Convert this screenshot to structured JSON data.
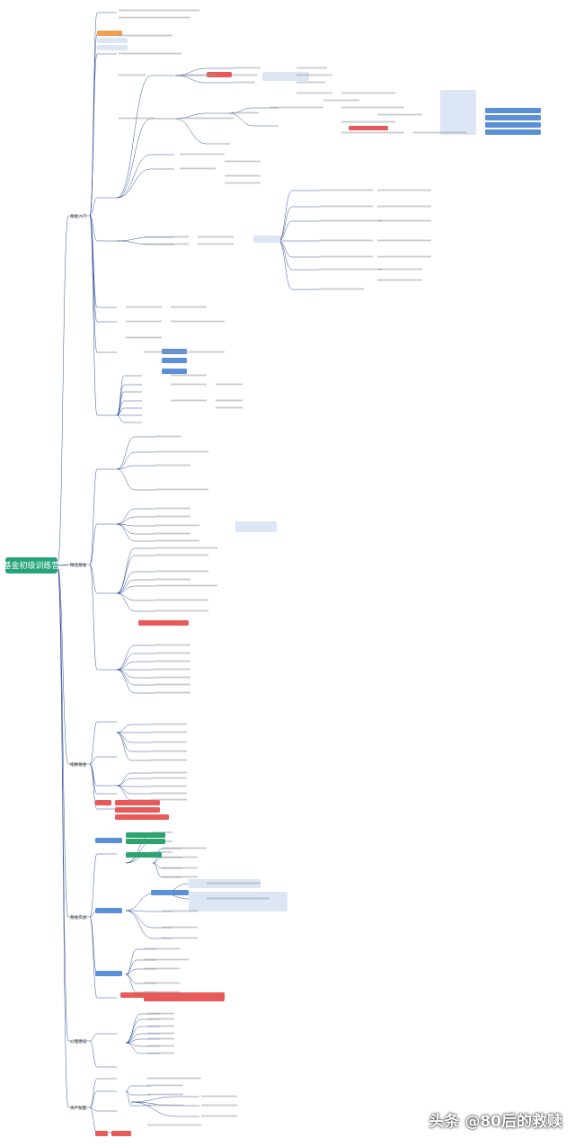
{
  "root": "基金初级训练营",
  "branches": [
    {
      "key": "b1",
      "label": "基金入门"
    },
    {
      "key": "b2",
      "label": "精选基金"
    },
    {
      "key": "b3",
      "label": "指数基金"
    },
    {
      "key": "b4",
      "label": "基金实战"
    },
    {
      "key": "b5",
      "label": "心理建设"
    },
    {
      "key": "b6",
      "label": "资产配置"
    }
  ],
  "watermark": "头条 @80后的救赎",
  "colors": {
    "root": "#27a37b",
    "line": "#1f3e8f",
    "blue": "#5b8fd6",
    "red": "#e85a5a",
    "green": "#2fa36f",
    "lightblue": "#dce6f5",
    "orange": "#f0a050"
  }
}
